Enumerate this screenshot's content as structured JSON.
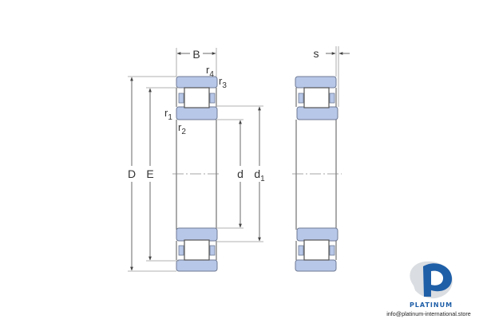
{
  "diagram": {
    "title": "Cylindrical roller bearing cross-section",
    "colors": {
      "ring_fill": "#b7c7e8",
      "ring_stroke": "#6f7a93",
      "outline": "#555555",
      "dim_line": "#999999",
      "label": "#333333"
    },
    "labels": {
      "B": "B",
      "r4": "r",
      "r4_sub": "4",
      "r3": "r",
      "r3_sub": "3",
      "r1": "r",
      "r1_sub": "1",
      "r2": "r",
      "r2_sub": "2",
      "D": "D",
      "E": "E",
      "d": "d",
      "d1": "d",
      "d1_sub": "1",
      "s": "s"
    }
  },
  "logo": {
    "brand": "PLATINUM",
    "email": "info@platinum-international.store",
    "colors": {
      "primary": "#1f5fa8",
      "secondary": "#c9ccd2"
    }
  }
}
